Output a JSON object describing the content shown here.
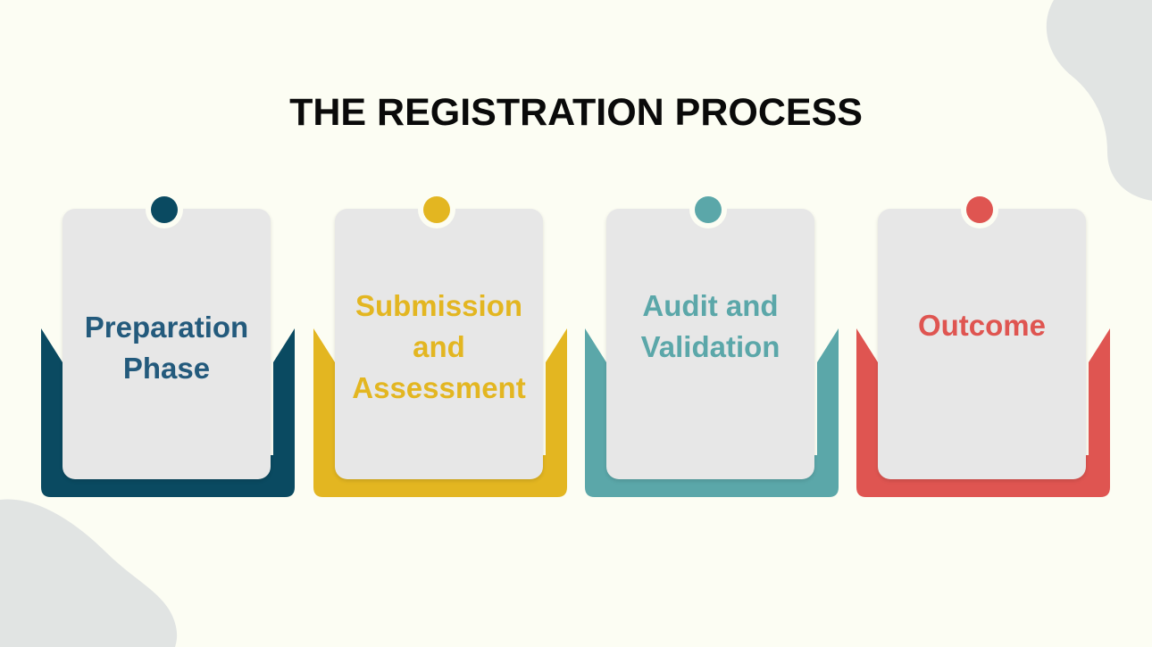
{
  "title": "THE REGISTRATION PROCESS",
  "steps": [
    {
      "label": "Preparation Phase",
      "color": "#0a4a61",
      "text_color": "#235a7c"
    },
    {
      "label": "Submission and Assessment",
      "color": "#e3b621",
      "text_color": "#e3b621"
    },
    {
      "label": "Audit and Validation",
      "color": "#5ba7a9",
      "text_color": "#5ba7a9"
    },
    {
      "label": "Outcome",
      "color": "#df5551",
      "text_color": "#df5551"
    }
  ],
  "colors": {
    "background": "#fcfdf3",
    "card": "#e7e7e7",
    "blob": "#e1e4e3",
    "title": "#0a0a0a"
  }
}
